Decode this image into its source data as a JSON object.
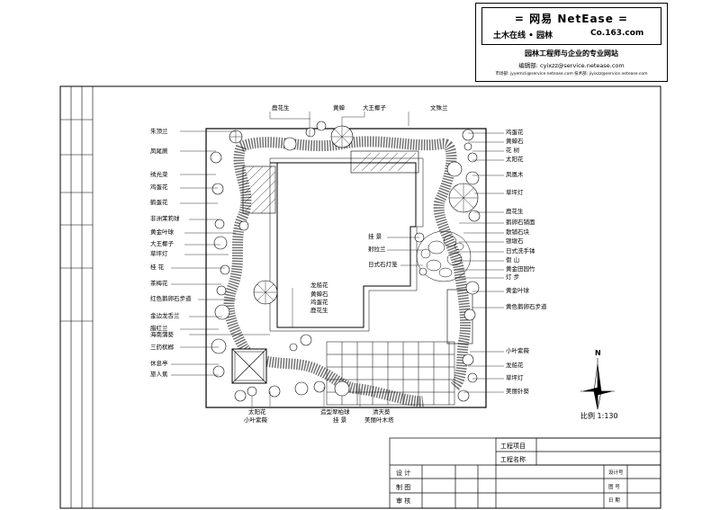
{
  "header": {
    "brand": "= 网易 NetEase =",
    "channel": "土木在线 • 园林",
    "site": "Co.163.com",
    "tagline": "园林工程师与企业的专业网站",
    "editor": "编辑部: cyixzz@service.netease.com",
    "contacts": "市场部: jyyemcli@service.netease.com  技术部: jiyixzz@service.netease.com"
  },
  "labels_left": [
    "朱顶兰",
    "凤尾蕨",
    "绣光菜",
    "鸡蛋花",
    "鹤蛋花",
    "非洲茉莉球",
    "黄金叶球",
    "大王椰子",
    "草坪灯",
    "桂 花",
    "茶梅花",
    "红色鹅卵石步道",
    "金边龙舌兰",
    "腊红兰",
    "海南蒲葵",
    "三药槟榔",
    "休息亭",
    "旅人蕉"
  ],
  "labels_top": [
    "鹿花生",
    "黄蝉",
    "大王椰子",
    "文殊兰"
  ],
  "labels_right": [
    "鸡蛋花",
    "黄蝉石",
    "花 树",
    "太阳花",
    "凤凰木",
    "草坪灯",
    "鹿花生",
    "鹅卵石铺面",
    "散铺石块",
    "银墩石",
    "日式洗手钵",
    "假 山",
    "黄金田园竹",
    "灯 步",
    "黄金叶球",
    "黄色鹅卵石步道",
    "小叶紫薇",
    "龙船花",
    "草坪灯",
    "美丽针葵"
  ],
  "labels_bottom": [
    "太阳花",
    "小叶紫薇",
    "造型翠柏球",
    "挂 景",
    "清天葵",
    "美丽叶木塔"
  ],
  "labels_inner": [
    "挂 景",
    "射拉兰",
    "日式石灯笼",
    "龙船花",
    "黄蝉石",
    "鸡蛋花",
    "鹿花生"
  ],
  "north": {
    "letter": "N",
    "scale": "比例 1:130"
  },
  "title_block": {
    "project_label": "工程项目",
    "name_label": "工程名称",
    "design": "设 计",
    "draw": "制 图",
    "review": "审 核",
    "drawing_no": "设计号",
    "sheet_no": "图 号",
    "date": "日 期"
  }
}
